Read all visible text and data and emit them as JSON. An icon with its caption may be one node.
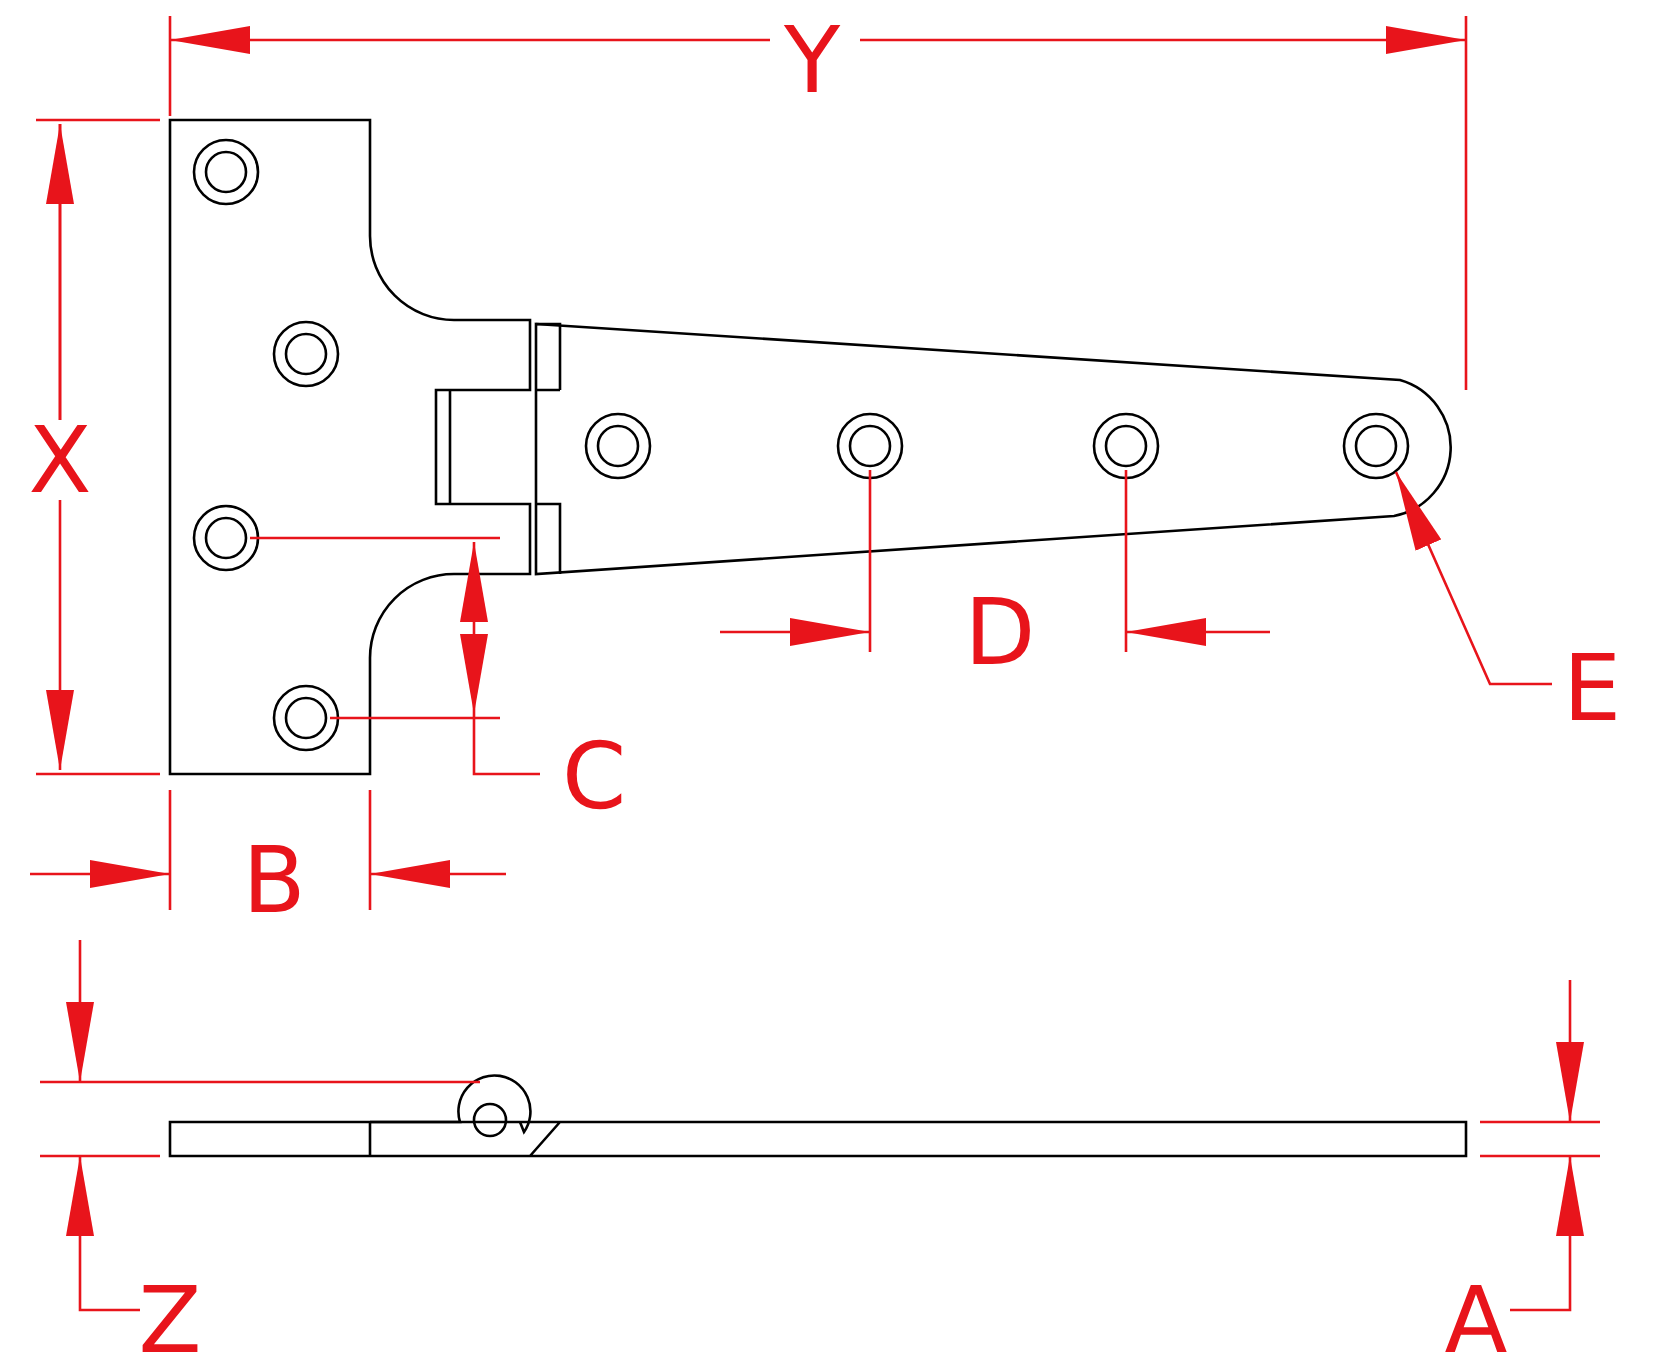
{
  "diagram": {
    "nodes": [
      {
        "text": [
          "E"
        ]
      },
      {
        "text": [],
        "shape": "circle"
      }
    ],
    "edges": [
      {
        "from": 0,
        "to": 1,
        "arrow": "to"
      }
    ],
    "labels": [
      "Y",
      "X",
      "D",
      "C",
      "B",
      "Z",
      "A"
    ]
  }
}
